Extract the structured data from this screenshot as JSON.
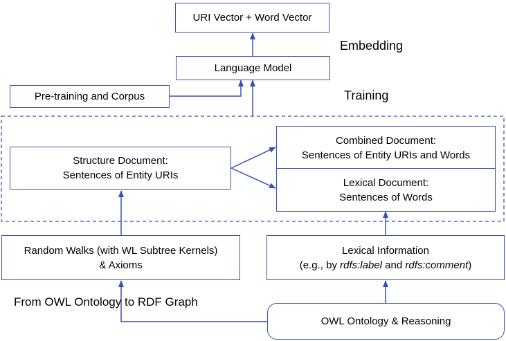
{
  "boxes": {
    "uri_word_vector": "URI Vector + Word Vector",
    "language_model": "Language Model",
    "pretraining_corpus": "Pre-training and Corpus",
    "structure_document": {
      "line1": "Structure Document:",
      "line2": "Sentences of Entity URIs"
    },
    "combined_document": {
      "line1": "Combined Document:",
      "line2": "Sentences of Entity URIs and Words"
    },
    "lexical_document": {
      "line1": "Lexical Document:",
      "line2": "Sentences of Words"
    },
    "random_walks": {
      "line1": "Random Walks (with WL Subtree Kernels)",
      "line2": "& Axioms"
    },
    "lexical_information": {
      "line1": "Lexical Information",
      "line2_prefix": "(e.g., by ",
      "line2_term1": "rdfs:label",
      "line2_and": " and ",
      "line2_term2": "rdfs:comment",
      "line2_suffix": ")"
    },
    "owl_ontology": "OWL Ontology & Reasoning"
  },
  "labels": {
    "embedding": "Embedding",
    "training": "Training",
    "owl_to_rdf": "From OWL Ontology to RDF Graph"
  },
  "colors": {
    "line": "#3a4fb0"
  }
}
